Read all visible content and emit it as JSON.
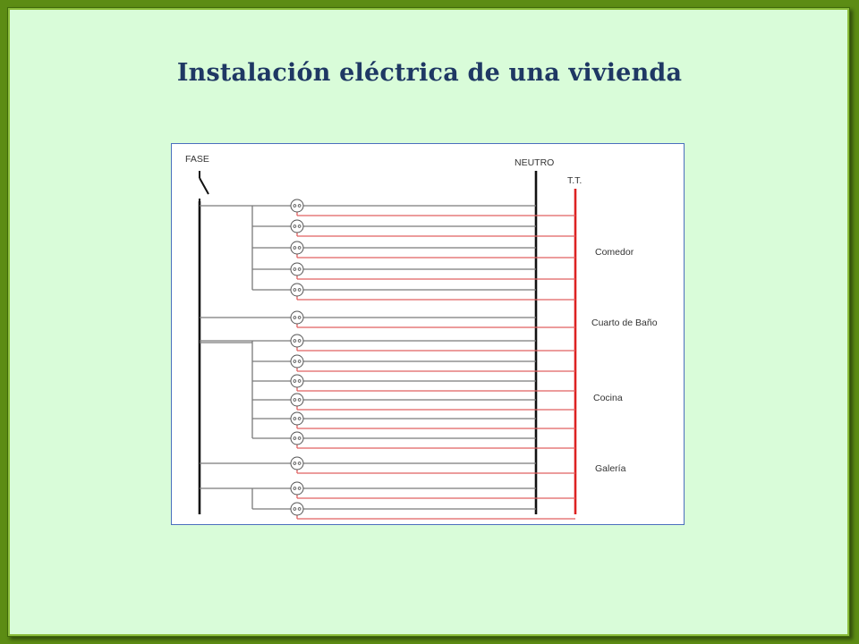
{
  "title": "Instalación eléctrica de una vivienda",
  "diagram": {
    "labels": {
      "fase": "FASE",
      "neutro": "NEUTRO",
      "tierra": "T.T."
    },
    "rooms": [
      "Comedor",
      "Cuarto de Baño",
      "Cocina",
      "Galería"
    ],
    "colors": {
      "phase_wire": "#7a7a7a",
      "neutral_bus": "#111111",
      "earth_wire": "#e06060",
      "earth_bus": "#dd2222",
      "border": "#4a6fbd"
    }
  }
}
